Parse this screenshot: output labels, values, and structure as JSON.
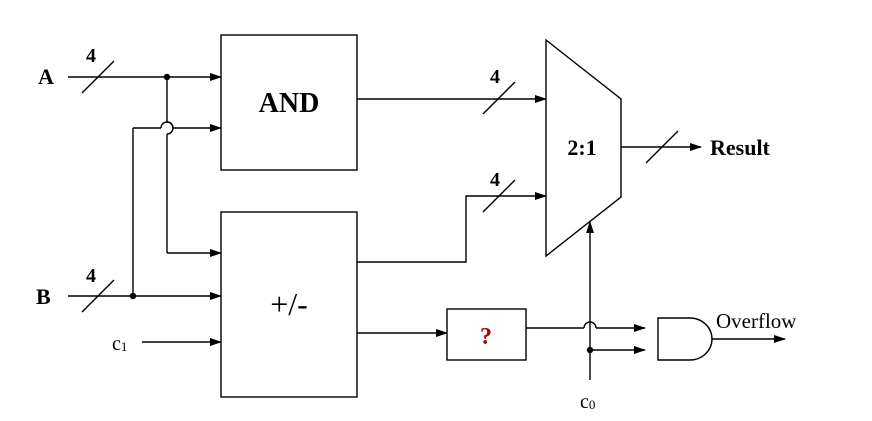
{
  "diagram": {
    "inputs": {
      "a_label": "A",
      "b_label": "B",
      "c1_label": "c",
      "c1_sub": "1",
      "c0_label": "c",
      "c0_sub": "0"
    },
    "blocks": {
      "and_label": "AND",
      "addsub_label": "+/-",
      "unknown_label": "?",
      "mux_label": "2:1"
    },
    "bus_width_labels": [
      "4",
      "4",
      "4",
      "4"
    ],
    "outputs": {
      "result_label": "Result",
      "overflow_label": "Overflow"
    },
    "colors": {
      "line": "#000000",
      "unknown_text": "#b00000"
    }
  }
}
